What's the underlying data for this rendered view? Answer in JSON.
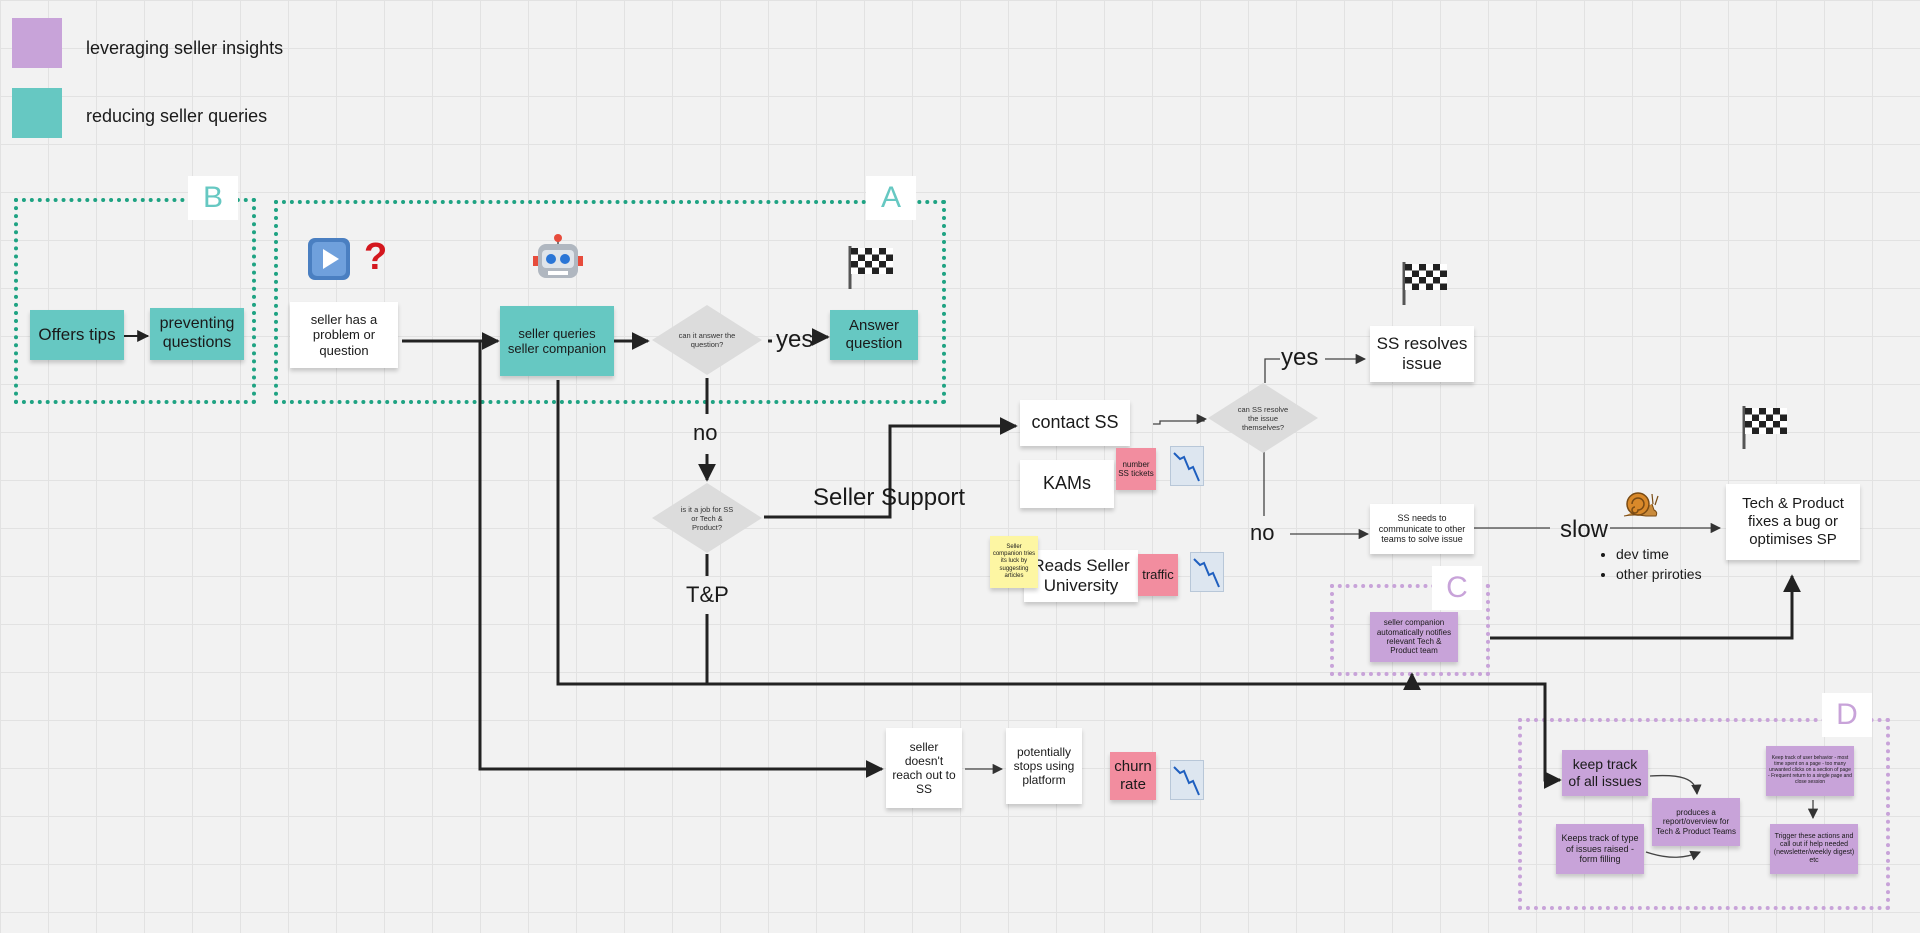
{
  "legend": [
    {
      "label": "leveraging seller insights",
      "color": "#c8a3d9"
    },
    {
      "label": "reducing seller queries",
      "color": "#66c8c2"
    }
  ],
  "frames": {
    "a": "A",
    "b": "B",
    "c": "C",
    "d": "D"
  },
  "notes": {
    "offers_tips": "Offers tips",
    "preventing_questions": "preventing questions",
    "seller_problem": "seller has a problem or question",
    "seller_queries": "seller queries seller companion",
    "answer_question": "Answer question",
    "contact_ss": "contact SS",
    "kams": "KAMs",
    "reads_university": "Reads Seller University",
    "ss_resolves": "SS resolves issue",
    "ss_needs": "SS needs to communicate to other teams to solve issue",
    "tech_fixes": "Tech & Product fixes a bug or optimises SP",
    "seller_doesnt_reach": "seller doesn't reach out to SS",
    "stops_using": "potentially stops using platform",
    "number_ss_tickets": "number SS tickets",
    "traffic": "traffic",
    "churn_rate": "churn rate",
    "companion_tries": "Seller companion tries its luck by suggesting articles",
    "companion_notifies": "seller companion automatically notifies relevant Tech & Product team",
    "keep_track": "keep track of all issues",
    "keeps_track_type": "Keeps track of type of issues raised - form filling",
    "produces_report": "produces a report/overview for Tech & Product Teams",
    "keep_track_behavior": "Keep track of user behavior - most time spent on a page - too many unwanted clicks on a section of page - Frequent return to a single page and close session",
    "trigger_actions": "Trigger these actions and call out if help needed (newsletter/weekly digest) etc"
  },
  "decisions": {
    "can_answer": "can it answer the question?",
    "is_job": "is it a job for SS or Tech & Product?",
    "can_ss_resolve": "can SS resolve the issue themselves?"
  },
  "edge_labels": {
    "yes1": "yes",
    "no1": "no",
    "seller_support": "Seller Support",
    "tp": "T&P",
    "yes2": "yes",
    "no2": "no",
    "slow": "slow"
  },
  "slow_reasons": [
    "dev time",
    "other priroties"
  ],
  "icons": [
    "play-button-icon",
    "question-mark-icon",
    "robot-icon",
    "checkered-flag-icon",
    "snail-icon",
    "trend-down-icon"
  ]
}
